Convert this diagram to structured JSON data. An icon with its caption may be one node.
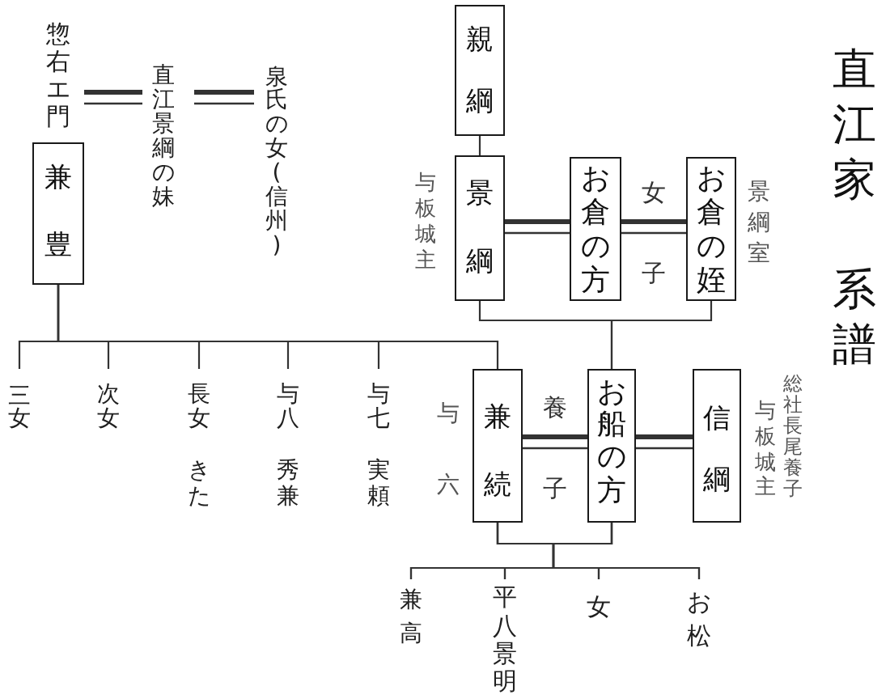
{
  "diagram": {
    "title": "直江家系譜",
    "nodes": [
      {
        "text": [
          "惣右エ門",
          "兼豊"
        ]
      },
      {
        "text": [
          "直江景綱の妹"
        ]
      },
      {
        "text": [
          "泉氏の女(信州)"
        ]
      },
      {
        "text": [
          "親綱"
        ]
      },
      {
        "text": [
          "景綱"
        ],
        "beside": [
          "与板城主"
        ]
      },
      {
        "text": [
          "お倉の方"
        ]
      },
      {
        "text": [
          "お倉の姪"
        ],
        "beside": [
          "景綱室"
        ]
      },
      {
        "text": [
          "三女"
        ]
      },
      {
        "text": [
          "次女"
        ]
      },
      {
        "text": [
          "長女",
          "きた"
        ]
      },
      {
        "text": [
          "与八",
          "秀兼"
        ]
      },
      {
        "text": [
          "与七",
          "実頼"
        ]
      },
      {
        "text": [
          "兼続"
        ],
        "beside": [
          "与六"
        ]
      },
      {
        "text": [
          "お船の方"
        ]
      },
      {
        "text": [
          "信綱"
        ],
        "beside": [
          "総社長尾養子",
          "与板城主"
        ]
      },
      {
        "text": [
          "兼高"
        ]
      },
      {
        "text": [
          "平八景明"
        ]
      },
      {
        "text": [
          "女"
        ]
      },
      {
        "text": [
          "お松"
        ]
      }
    ],
    "edges": [
      {
        "from": 0,
        "to": 1,
        "arrow": "none",
        "style": "thick"
      },
      {
        "from": 1,
        "to": 2,
        "arrow": "none",
        "style": "thick"
      },
      {
        "from": 3,
        "to": 4,
        "arrow": "none"
      },
      {
        "from": 4,
        "to": 5,
        "arrow": "none",
        "style": "thick"
      },
      {
        "from": 5,
        "to": 6,
        "arrow": "none",
        "style": "thick",
        "label": "女子"
      },
      {
        "from": 4,
        "to": 13,
        "arrow": "none"
      },
      {
        "from": 6,
        "to": 13,
        "arrow": "none"
      },
      {
        "from": 0,
        "to": 7,
        "arrow": "none"
      },
      {
        "from": 0,
        "to": 8,
        "arrow": "none"
      },
      {
        "from": 0,
        "to": 9,
        "arrow": "none"
      },
      {
        "from": 0,
        "to": 10,
        "arrow": "none"
      },
      {
        "from": 0,
        "to": 11,
        "arrow": "none"
      },
      {
        "from": 0,
        "to": 12,
        "arrow": "none"
      },
      {
        "from": 12,
        "to": 13,
        "arrow": "none",
        "style": "thick",
        "label": "養子"
      },
      {
        "from": 13,
        "to": 14,
        "arrow": "none",
        "style": "thick"
      },
      {
        "from": 12,
        "to": 15,
        "arrow": "none"
      },
      {
        "from": 12,
        "to": 16,
        "arrow": "none"
      },
      {
        "from": 12,
        "to": 17,
        "arrow": "none"
      },
      {
        "from": 12,
        "to": 18,
        "arrow": "none"
      },
      {
        "from": 13,
        "to": 15,
        "arrow": "none"
      },
      {
        "from": 13,
        "to": 16,
        "arrow": "none"
      },
      {
        "from": 13,
        "to": 17,
        "arrow": "none"
      },
      {
        "from": 13,
        "to": 18,
        "arrow": "none"
      }
    ]
  }
}
